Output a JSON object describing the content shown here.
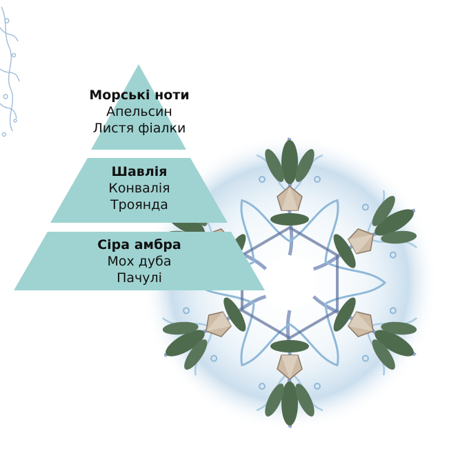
{
  "pyramid": {
    "tiers": [
      {
        "heading": "Морські ноти",
        "notes": [
          "Апельсин",
          "Листя фіалки"
        ]
      },
      {
        "heading": "Шавлія",
        "notes": [
          "Конвалія",
          "Троянда"
        ]
      },
      {
        "heading": "Сіра амбра",
        "notes": [
          "Мох дуба",
          "Пачулі"
        ]
      }
    ]
  },
  "colors": {
    "pyramid_fill": "#9fd3d1",
    "water": "#8fb8d8",
    "water_dark": "#5d6f9a",
    "leaf": "#4f6b4e",
    "crystal": "#cdbba6",
    "text": "#111111",
    "background": "#ffffff"
  },
  "decor": {
    "kaleidoscope_icon": "water-and-leaf kaleidoscope",
    "edge_pattern_icon": "water-splash edge pattern"
  }
}
